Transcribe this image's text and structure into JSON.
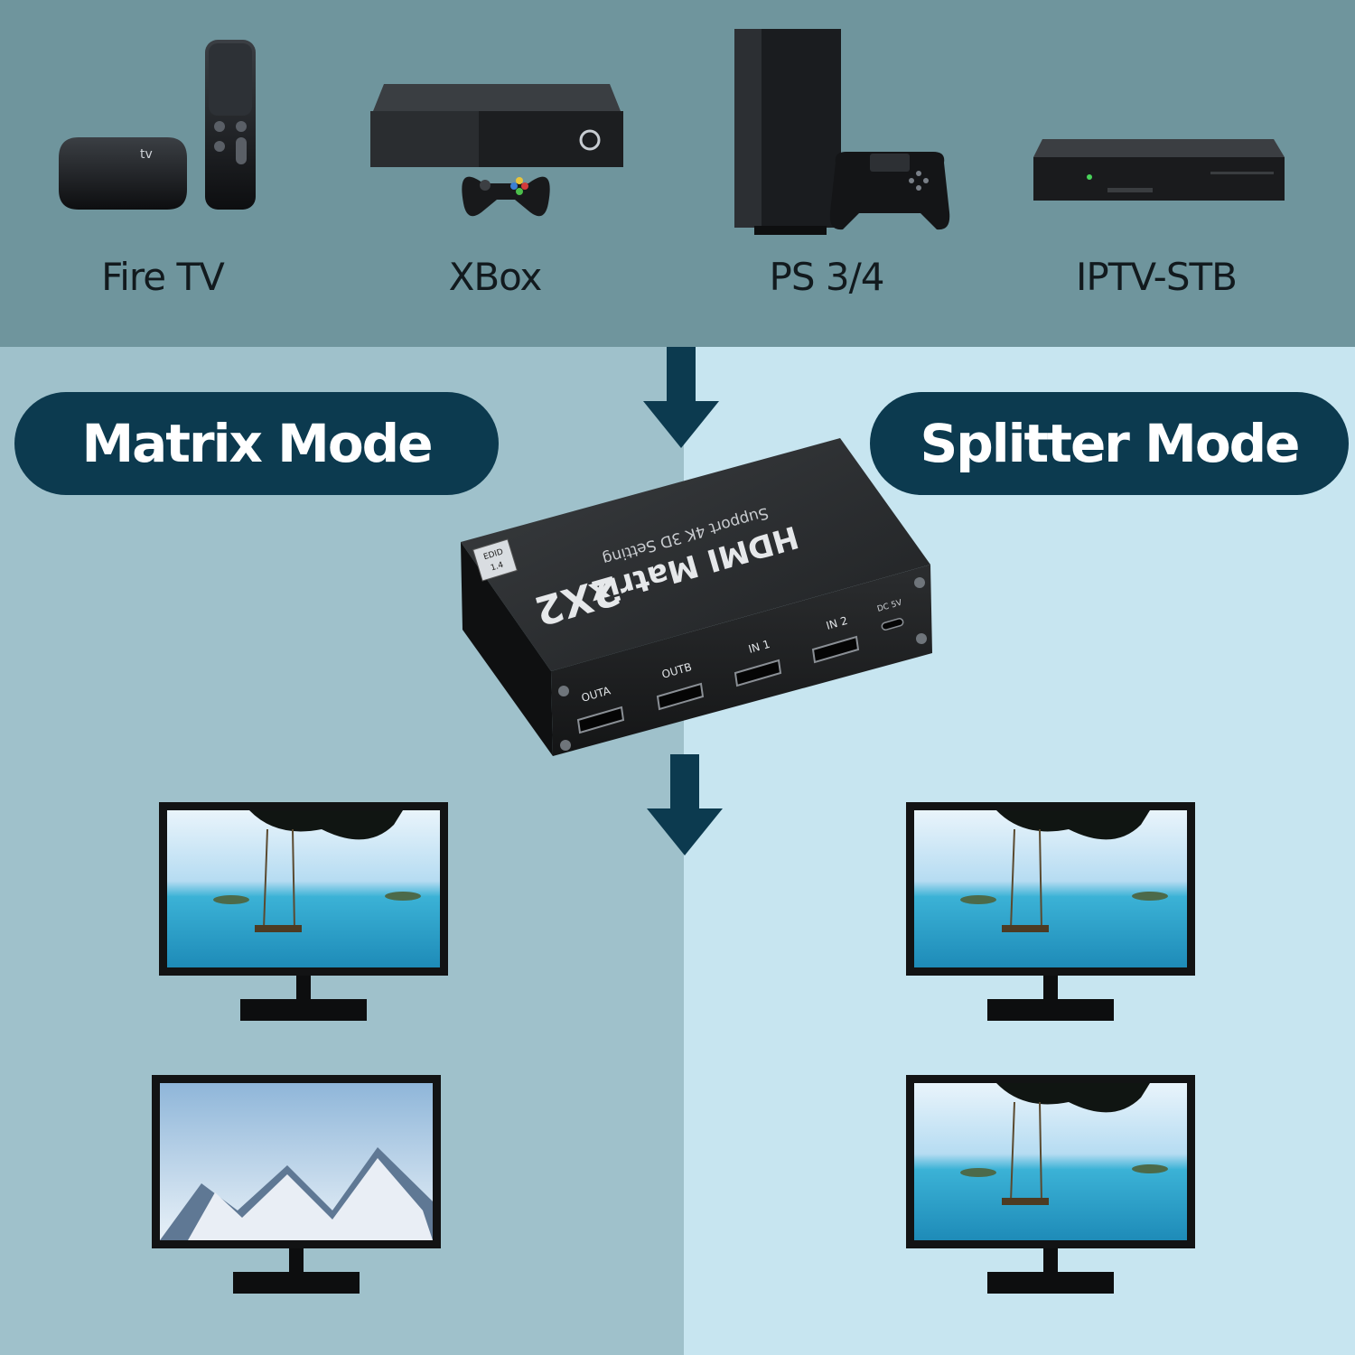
{
  "devices": [
    {
      "label": "Fire TV",
      "icon": "fire-tv-device-icon"
    },
    {
      "label": "XBox",
      "icon": "xbox-console-icon"
    },
    {
      "label": "PS 3/4",
      "icon": "playstation-console-icon"
    },
    {
      "label": "IPTV-STB",
      "icon": "set-top-box-icon"
    }
  ],
  "modes": {
    "left": "Matrix Mode",
    "right": "Splitter Mode"
  },
  "matrix_box": {
    "title": "HDMI Matrix",
    "model": "2X2",
    "subtitle": "Support 4K 3D Setting",
    "edid_label": "EDID",
    "edid_value": "1.4",
    "ports": [
      "OUTA",
      "OUTB",
      "IN 1",
      "IN 2"
    ],
    "power_label": "DC 5V"
  },
  "displays": {
    "left": [
      "monitor-beach-swing-icon",
      "monitor-snowy-mountains-icon"
    ],
    "right": [
      "monitor-beach-swing-icon",
      "monitor-beach-swing-icon"
    ]
  },
  "colors": {
    "top_band": "#6f959d",
    "left_panel": "#9fc1cb",
    "right_panel": "#c7e5f0",
    "pill": "#0c3a4f",
    "arrow": "#0c3a4f"
  }
}
